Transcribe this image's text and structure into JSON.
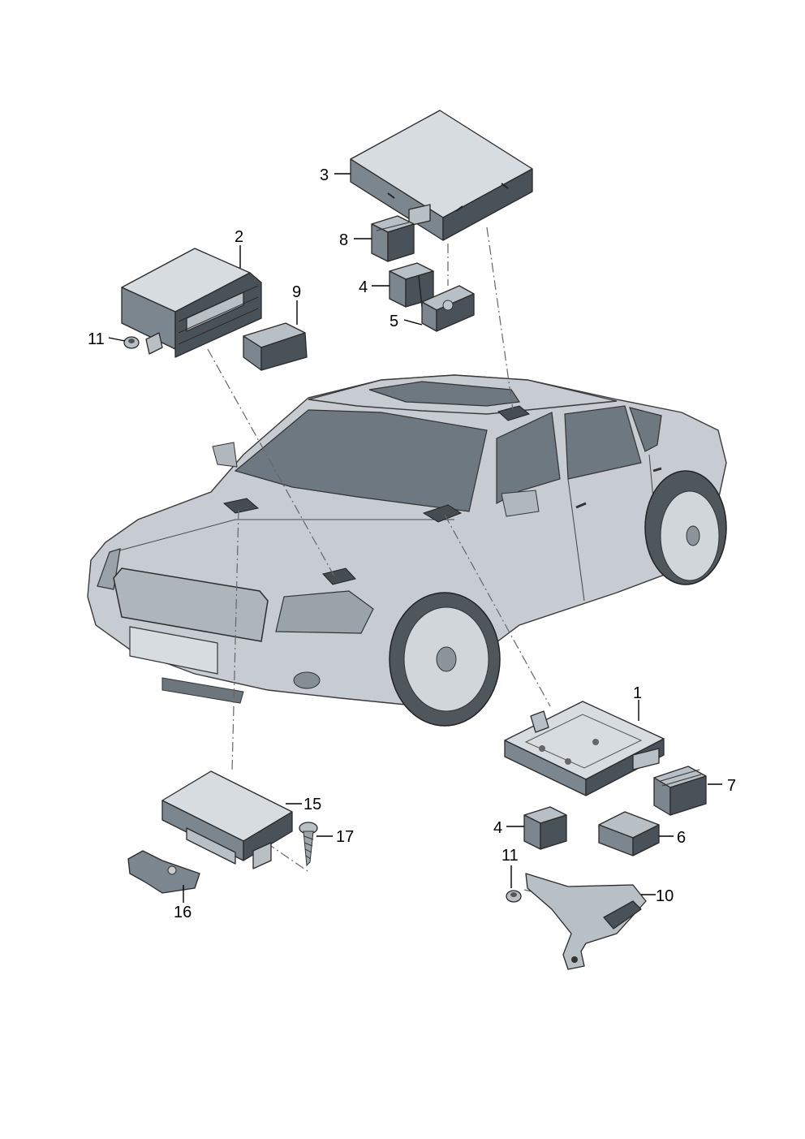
{
  "labels": {
    "l1": "1",
    "l2": "2",
    "l3": "3",
    "l4a": "4",
    "l4b": "4",
    "l5": "5",
    "l6": "6",
    "l7": "7",
    "l8": "8",
    "l9": "9",
    "l10": "10",
    "l11a": "11",
    "l11b": "11",
    "l15": "15",
    "l16": "16",
    "l17": "17"
  }
}
